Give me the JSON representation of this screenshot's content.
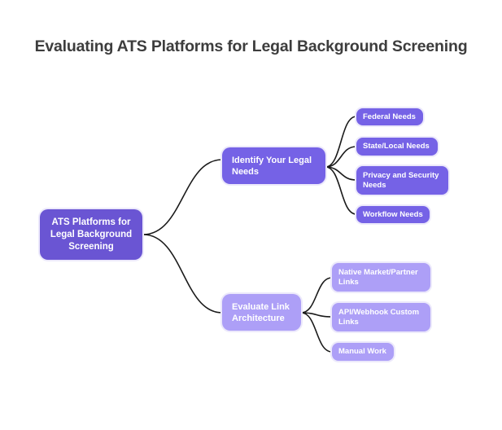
{
  "title": "Evaluating ATS Platforms for Legal Background Screening",
  "root": {
    "label": "ATS Platforms for Legal Background Screening"
  },
  "branches": [
    {
      "label": "Identify Your Legal Needs",
      "children": [
        {
          "label": "Federal Needs"
        },
        {
          "label": "State/Local Needs"
        },
        {
          "label": "Privacy and Security Needs"
        },
        {
          "label": "Workflow Needs"
        }
      ]
    },
    {
      "label": "Evaluate Link Architecture",
      "children": [
        {
          "label": "Native Market/Partner Links"
        },
        {
          "label": "API/Webhook Custom Links"
        },
        {
          "label": "Manual Work"
        }
      ]
    }
  ],
  "colors": {
    "root": "#6a55d3",
    "branch_primary": "#7562e6",
    "branch_secondary": "#ad9ff7",
    "edge": "#1a1a1a"
  }
}
